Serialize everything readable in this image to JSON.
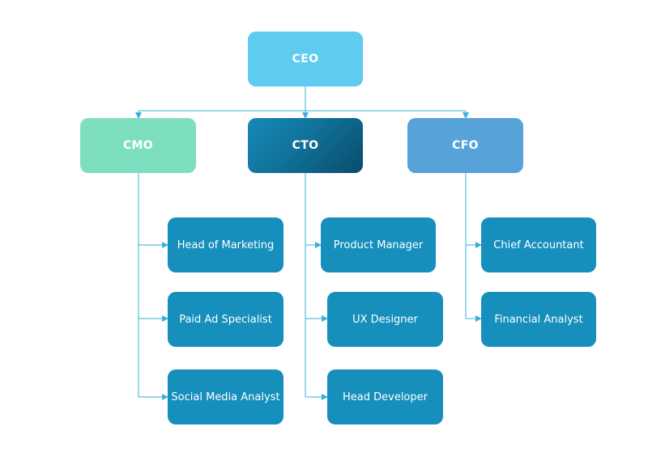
{
  "org": {
    "ceo": {
      "label": "CEO",
      "color": "#5ecbf0"
    },
    "executives": [
      {
        "label": "CMO",
        "color": "#7ddfc0",
        "reports": [
          "Head of Marketing",
          "Paid Ad Specialist",
          "Social Media Analyst"
        ]
      },
      {
        "label": "CTO",
        "color": "#10729a",
        "gradient_to": "#0a4c6b",
        "reports": [
          "Product Manager",
          "UX Designer",
          "Head Developer"
        ]
      },
      {
        "label": "CFO",
        "color": "#58a2da",
        "reports": [
          "Chief Accountant",
          "Financial Analyst"
        ]
      }
    ],
    "staff_color": "#168fbc",
    "connector_color": "#3ab0d8"
  }
}
